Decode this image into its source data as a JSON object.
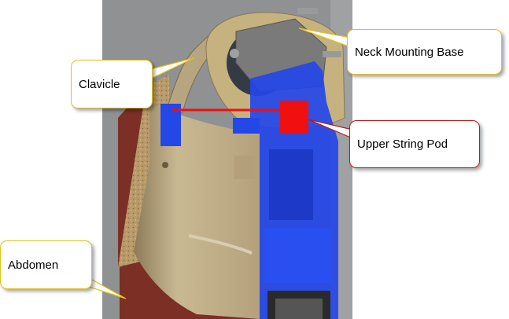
{
  "labels": {
    "neck_mounting_base": "Neck Mounting Base",
    "clavicle": "Clavicle",
    "upper_string_pod": "Upper String Pod",
    "abdomen": "Abdomen"
  },
  "colors": {
    "background": "#8f9192",
    "shell": "#c2b08b",
    "shell_dark": "#8d7b58",
    "neck_disc": "#353b45",
    "mounting_block": "#7a7a7a",
    "blue_mechanism": "#2447e8",
    "red_pod": "#f01010",
    "abdomen": "#7b2f25",
    "callout_border": "#e5c21a",
    "callout_border_pod": "#c21818"
  }
}
